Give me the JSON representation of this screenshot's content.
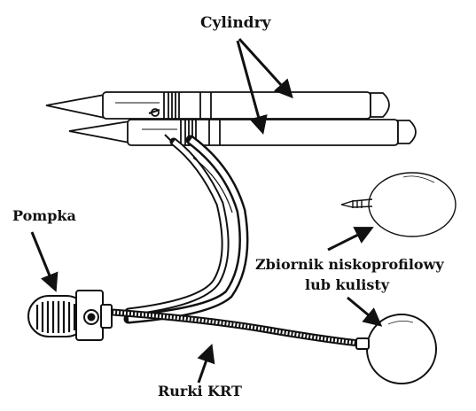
{
  "labels": {
    "cylinders": "Cylindry",
    "pump": "Pompka",
    "reservoir_line1": "Zbiornik niskoprofilowy",
    "reservoir_line2": "lub kulisty",
    "tubing": "Rurki KRT"
  },
  "colors": {
    "ink": "#111111",
    "background": "#ffffff"
  }
}
